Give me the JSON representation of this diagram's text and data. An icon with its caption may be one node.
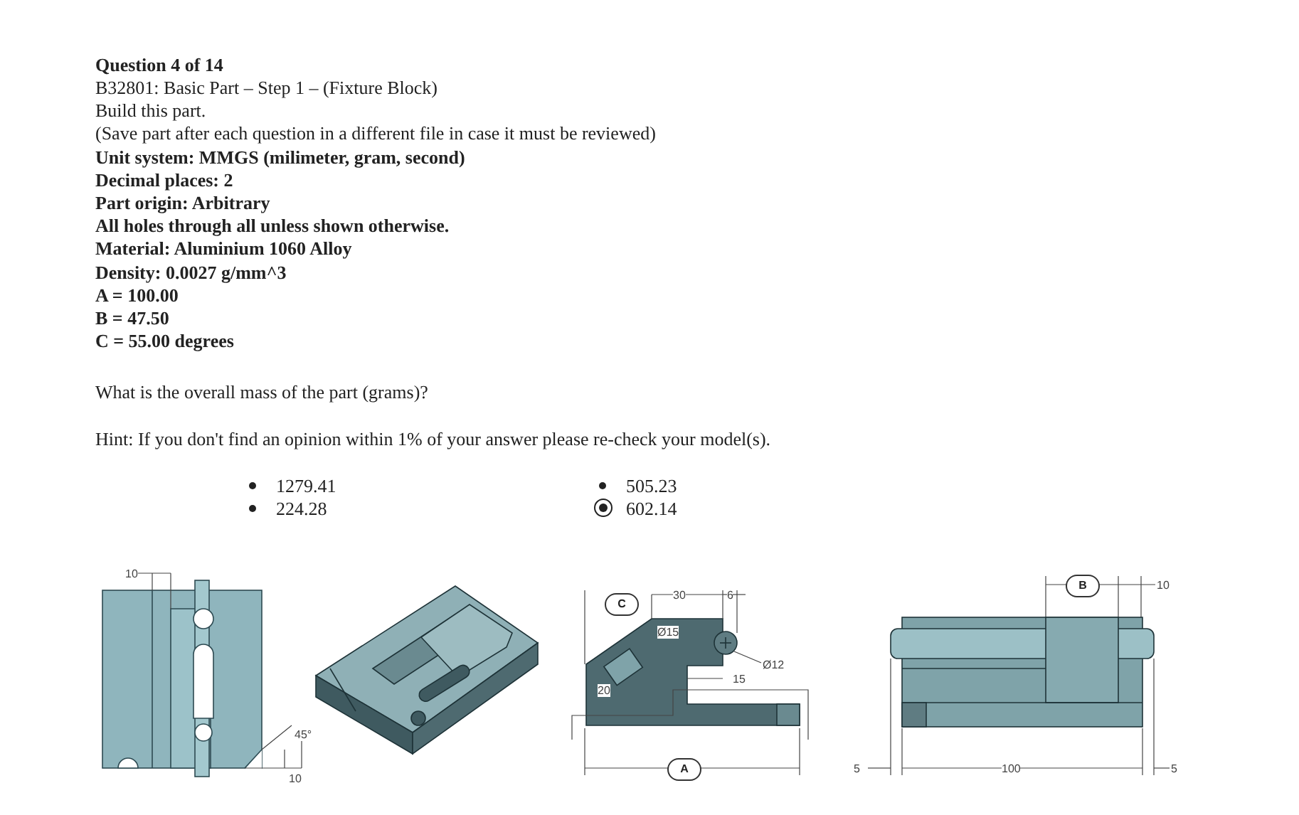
{
  "diagram": {
    "title": "Question 4 of 14",
    "nodes": [
      {
        "text": [
          "C"
        ]
      },
      {
        "text": [
          "B"
        ]
      },
      {
        "text": [
          "A"
        ]
      }
    ],
    "labels": [
      "B32801: Basic Part – Step 1 – (Fixture Block)",
      "Build this part.",
      "(Save part after each question in a different file in case it must be reviewed)",
      "Unit system: MMGS (milimeter, gram, second)",
      "Decimal places: 2",
      "Part origin: Arbitrary",
      "All holes through all unless shown otherwise.",
      "Material: Aluminium 1060 Alloy",
      "Density: 0.0027 g/mm^3",
      "A = 100.00",
      "B = 47.50",
      "C = 55.00 degrees",
      "What is the overall mass of the part (grams)?",
      "Hint: If you don't find an opinion within 1% of your answer please re-check your model(s).",
      "1279.41",
      "505.23",
      "224.28",
      "602.14",
      "10",
      "45°",
      "10",
      "30",
      "6",
      "Ø15",
      "Ø12",
      "20",
      "15",
      "10",
      "5",
      "100",
      "5"
    ]
  }
}
